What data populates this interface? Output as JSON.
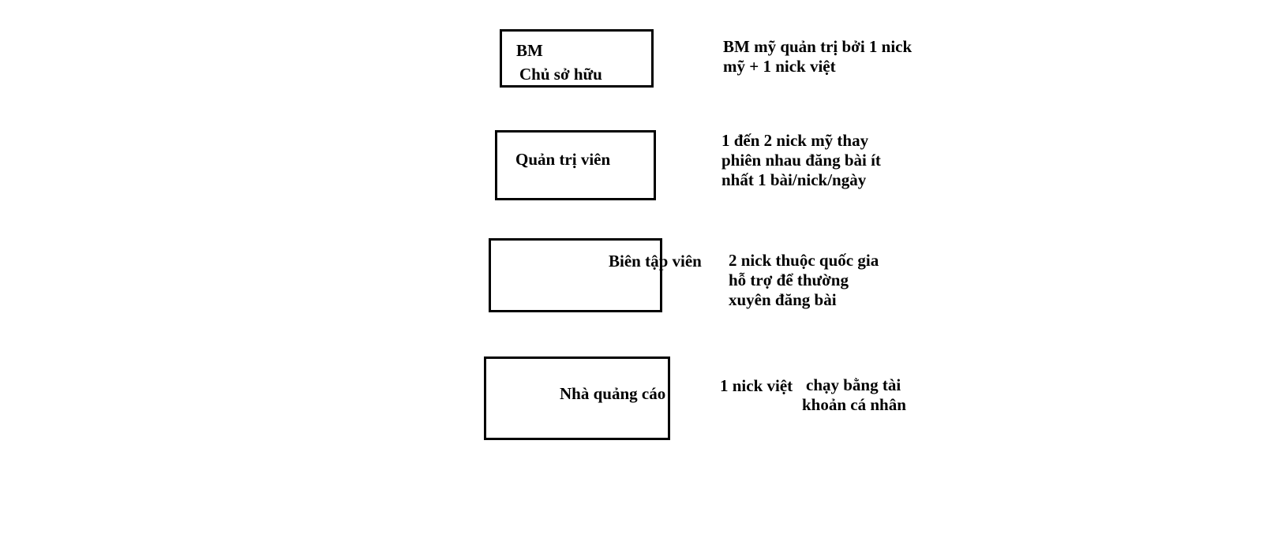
{
  "roles": [
    {
      "id": "bm-owner",
      "label_lines": [
        "BM",
        "Chủ sở hữu"
      ],
      "note_lines": [
        "BM mỹ quản trị bởi 1 nick",
        "mỹ + 1 nick việt"
      ]
    },
    {
      "id": "admin",
      "label_lines": [
        "Quản trị viên"
      ],
      "note_lines": [
        "1 đến 2 nick mỹ thay",
        "phiên nhau đăng bài ít",
        "nhất 1 bài/nick/ngày"
      ]
    },
    {
      "id": "editor",
      "label_lines": [
        "Biên tập viên"
      ],
      "note_lines": [
        "2 nick thuộc quốc gia",
        "hỗ trợ để thường",
        "xuyên đăng bài"
      ]
    },
    {
      "id": "advertiser",
      "label_lines": [
        "Nhà quảng cáo"
      ],
      "note_lines": [
        "1 nick việt",
        "chạy bằng tài",
        "khoản cá nhân"
      ]
    }
  ]
}
